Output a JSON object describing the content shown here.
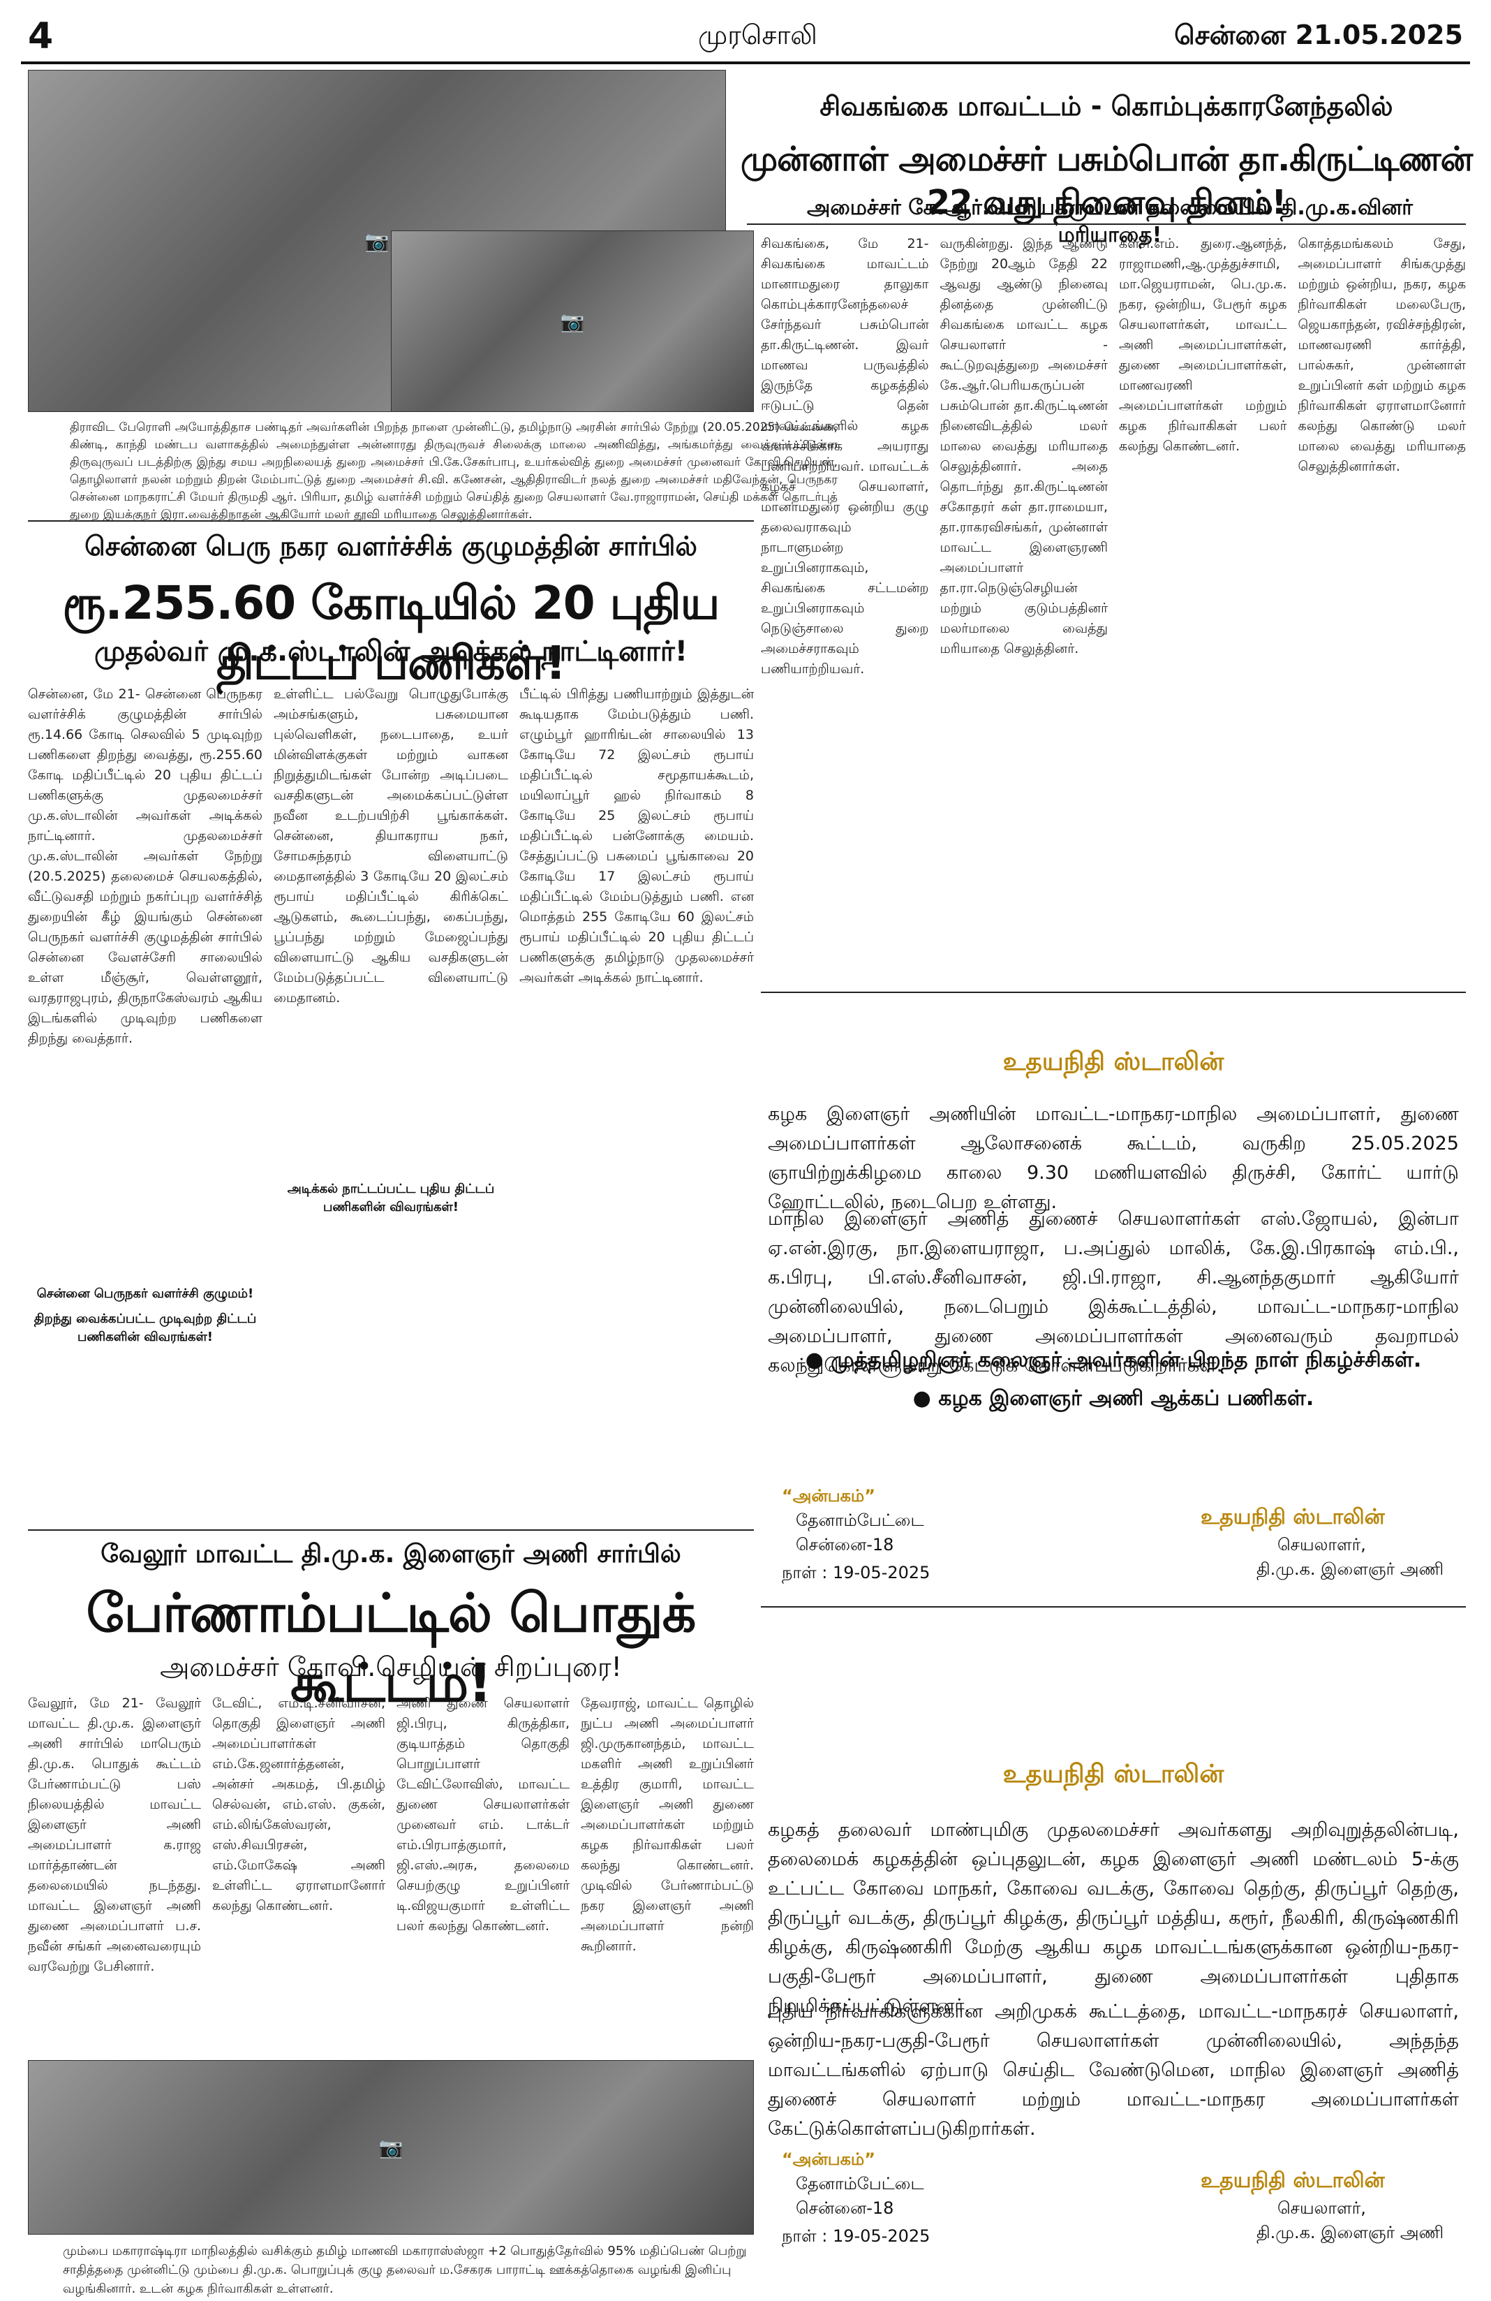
{
  "masthead": {
    "page_number": "4",
    "paper_name": "முரசொலி",
    "date": "சென்னை  21.05.2025"
  },
  "top_right_story": {
    "kicker": "சிவகங்கை மாவட்டம் - கொம்புக்காரனேந்தலில்",
    "headline": "முன்னாள் அமைச்சர் பசும்பொன் தா.கிருட்டிணன் 22 வது நினைவு தினம்!",
    "subhead": "அமைச்சர் கே.ஆர்.பெரியகருப்பன் தலைமையில் தி.மு.க.வினர் மரியாதை!",
    "body": [
      "சிவகங்கை, மே 21- சிவகங்கை மாவட்டம் மானாமதுரை தாலுகா கொம்புக்காரனேந்தலைச் சேர்ந்தவர் பசும்பொன் தா.கிருட்டிணன். இவர் மாணவ பருவத்தில் இருந்தே கழகத்தில் ஈடுபட்டு தென் மாவட்டங்களில் கழக வளர்ச்சிக்காக அயராது பணியாற்றியவர். மாவட்டக் கழகச் செயலாளர், மானாமதுரை ஒன்றிய குழு தலைவராகவும் நாடாளுமன்ற உறுப்பினராகவும், சிவகங்கை சட்டமன்ற உறுப்பினராகவும் நெடுஞ்சாலை துறை அமைச்சராகவும் பணியாற்றியவர்.",
      "வருகின்றது. இந்த ஆண்டு நேற்று 20ஆம் தேதி 22 ஆவது ஆண்டு நினைவு தினத்தை முன்னிட்டு சிவகங்கை மாவட்ட கழக செயலாளர் - கூட்டுறவுத்துறை அமைச்சர் கே.ஆர்.பெரியகருப்பன் பசும்பொன் தா.கிருட்டிணன் நினைவிடத்தில் மலர் மாலை வைத்து மரியாதை செலுத்தினார். அதை தொடர்ந்து தா.கிருட்டிணன் சகோதரர் கள் தா.ராமையா, தா.ராகரவிசங்கர், முன்னாள் மாவட்ட இளைஞரணி அமைப்பாளர் தா.ரா.நெடுஞ்செழியன் மற்றும் குடும்பத்தினர் மலர்மாலை வைத்து மரியாதை செலுத்தினர்.",
      "கள்சி.எம். துரை.ஆனந்த், ராஜாமணி,ஆ.முத்துச்சாமி, மா.ஜெயராமன், பெ.மு.க. நகர, ஒன்றிய, பேரூர் கழக செயலாளர்கள், மாவட்ட அணி அமைப்பாளர்கள், துணை அமைப்பாளர்கள், மாணவரணி அமைப்பாளர்கள் மற்றும் கழக நிர்வாகிகள் பலர் கலந்து கொண்டனர்.",
      "கொத்தமங்கலம் சேது, அமைப்பாளர் சிங்கமுத்து மற்றும் ஒன்றிய, நகர, கழக நிர்வாகிகள் மலைபேரு, ஜெயகாந்தன், ரவிச்சந்திரன், மாணவரணி கார்த்தி, பால்சுகர், முன்னாள் உறுப்பினர் கள் மற்றும் கழக நிர்வாகிகள் ஏராளமானோர் கலந்து கொண்டு மலர் மாலை வைத்து மரியாதை செலுத்தினார்கள்."
    ]
  },
  "photo_top_left": {
    "caption": "திராவிட பேரொளி அயோத்திதாச பண்டிதர் அவர்களின் பிறந்த நாளை முன்னிட்டு, தமிழ்நாடு அரசின் சார்பில் நேற்று (20.05.2025) சென்னை, கிண்டி, காந்தி மண்டப வளாகத்தில் அமைந்துள்ள அன்னாரது திருவுருவச் சிலைக்கு மாலை அணிவித்து, அங்கமர்த்து வைக்கப்பட்டுள்ள திருவுருவப் படத்திற்கு இந்து சமய அறநிலையத் துறை அமைச்சர் பி.கே.சேகர்பாபு, உயர்கல்வித் துறை அமைச்சர் முனைவர் கோவி.செழியன், தொழிலாளர் நலன் மற்றும் திறன் மேம்பாட்டுத் துறை அமைச்சர் சி.வி. கணேசன், ஆதிதிராவிடர் நலத் துறை அமைச்சர் மதிவேந்தன், பெருநகர சென்னை மாநகராட்சி மேயர் திருமதி ஆர். பிரியா, தமிழ் வளர்ச்சி மற்றும் செய்தித் துறை செயலாளர் வே.ராஜாராமன், செய்தி மக்கள் தொடர்புத் துறை இயக்குநர் இரா.வைத்திநாதன் ஆகியோர் மலர் தூவி மரியாதை செலுத்தினார்கள்."
  },
  "chennai_story": {
    "kicker": "சென்னை பெரு நகர வளர்ச்சிக் குழுமத்தின் சார்பில்",
    "headline": "ரூ.255.60 கோடியில் 20 புதிய திட்டப் பணிகள்!",
    "subhead": "முதல்வர் மு.க.ஸ்டாலின் அடிக்கல் நாட்டினார்!",
    "body": [
      "சென்னை, மே 21- சென்னை பெருநகர வளர்ச்சிக் குழுமத்தின் சார்பில் ரூ.14.66 கோடி செலவில் 5 முடிவுற்ற பணிகளை திறந்து வைத்து, ரூ.255.60 கோடி மதிப்பீட்டில் 20 புதிய திட்டப் பணிகளுக்கு முதலமைச்சர் மு.க.ஸ்டாலின் அவர்கள் அடிக்கல் நாட்டினார். முதலமைச்சர் மு.க.ஸ்டாலின் அவர்கள் நேற்று (20.5.2025) தலைமைச் செயலகத்தில், வீட்டுவசதி மற்றும் நகர்ப்புற வளர்ச்சித் துறையின் கீழ் இயங்கும் சென்னை பெருநகர் வளர்ச்சி குழுமத்தின் சார்பில் சென்னை வேளச்சேரி சாலையில் உள்ள மீஞ்சூர், வெள்ளனூர், வரதராஜபுரம், திருநாகேஸ்வரம் ஆகிய இடங்களில் முடிவுற்ற பணிகளை திறந்து வைத்தார்.",
      "உள்ளிட்ட பல்வேறு பொழுதுபோக்கு அம்சங்களும், பசுமையான புல்வெளிகள், நடைபாதை, உயர் மின்விளக்குகள் மற்றும் வாகன நிறுத்துமிடங்கள் போன்ற அடிப்படை வசதிகளுடன் அமைக்கப்பட்டுள்ள நவீன உடற்பயிற்சி பூங்காக்கள். சென்னை, தியாகராய நகர், சோமசுந்தரம் விளையாட்டு மைதானத்தில் 3 கோடியே 20 இலட்சம் ரூபாய் மதிப்பீட்டில் கிரிக்கெட் ஆடுகளம், கூடைப்பந்து, கைப்பந்து, பூப்பந்து மற்றும் மேஜைப்பந்து விளையாட்டு ஆகிய வசதிகளுடன் மேம்படுத்தப்பட்ட விளையாட்டு மைதானம்.",
      "பீட்டில் பிரித்து பணியாற்றும் இத்துடன் கூடியதாக மேம்படுத்தும் பணி. எழும்பூர் ஹாரிங்டன் சாலையில் 13 கோடியே 72 இலட்சம் ரூபாய் மதிப்பீட்டில் சமூதாயக்கூடம், மயிலாப்பூர் ஹல் நிர்வாகம் 8 கோடியே 25 இலட்சம் ரூபாய் மதிப்பீட்டில் பன்னோக்கு மையம். சேத்துப்பட்டு பசுமைப் பூங்காவை 20 கோடியே 17 இலட்சம் ரூபாய் மதிப்பீட்டில் மேம்படுத்தும் பணி. என மொத்தம் 255 கோடியே 60 இலட்சம் ரூபாய் மதிப்பீட்டில் 20 புதிய திட்டப் பணிகளுக்கு தமிழ்நாடு முதலமைச்சர் அவர்கள் அடிக்கல் நாட்டினார்."
    ],
    "subheadings": [
      "சென்னை பெருநகர் வளர்ச்சி குழுமம்!",
      "திறந்து வைக்கப்பட்ட முடிவுற்ற திட்டப் பணிகளின் விவரங்கள்!",
      "அடிக்கல் நாட்டப்பட்ட புதிய திட்டப் பணிகளின் விவரங்கள்!"
    ]
  },
  "vellore_story": {
    "kicker": "வேலூர் மாவட்ட தி.மு.க. இளைஞர் அணி சார்பில்",
    "headline": "பேர்ணாம்பட்டில் பொதுக் கூட்டம்!",
    "subhead": "அமைச்சர் கோவி.செழியன் சிறப்புரை!",
    "body": [
      "வேலூர், மே 21- வேலூர் மாவட்ட தி.மு.க. இளைஞர் அணி சார்பில் மாபெரும் தி.மு.க. பொதுக் கூட்டம் பேர்ணாம்பட்டு பஸ் நிலையத்தில் மாவட்ட இளைஞர் அணி அமைப்பாளர் க.ராஜ மார்த்தாண்டன் தலைமையில் நடந்தது. மாவட்ட இளைஞர் அணி துணை அமைப்பாளர் ப.ச. நவீன் சங்கர் அனைவரையும் வரவேற்று பேசினார்.",
      "டேவிட், எம்.டி.சீனிவாசன், தொகுதி இளைஞர் அணி அமைப்பாளர்கள் எம்.கே.ஜனார்த்தனன், அன்சர் அகமத், பி.தமிழ் செல்வன், எம்.எஸ். குகன், எம்.லிங்கேஸ்வரன், எஸ்.சிவபிரசன், எம்.மோகேஷ் அணி உள்ளிட்ட ஏராளமானோர் கலந்து கொண்டனர்.",
      "அணி துணை செயலாளர் ஜி.பிரபு, கிருத்திகா, குடியாத்தம் தொகுதி பொறுப்பாளர் டேவிட்லோவிஸ், மாவட்ட துணை செயலாளர்கள் முனைவர் எம். டாக்டர் எம்.பிரபாத்குமார், ஜி.எஸ்.அரசு, தலைமை செயற்குழு உறுப்பினர் டி.விஜயகுமார் உள்ளிட்ட பலர் கலந்து கொண்டனர்.",
      "தேவராஜ், மாவட்ட தொழில் நுட்ப அணி அமைப்பாளர் ஜி.முருகானந்தம், மாவட்ட மகளிர் அணி உறுப்பினர் உத்திர குமாரி, மாவட்ட இளைஞர் அணி துணை அமைப்பாளர்கள் மற்றும் கழக நிர்வாகிகள் பலர் கலந்து கொண்டனர். முடிவில் பேர்ணாம்பட்டு நகர இளைஞர் அணி அமைப்பாளர் நன்றி கூறினார்."
    ]
  },
  "bottom_caption": "மும்பை மகாராஷ்டிரா மாநிலத்தில் வசிக்கும் தமிழ் மாணவி மகாராஸ்ஸ்ஜா +2 பொதுத்தேர்வில் 95% மதிப்பெண் பெற்று சாதித்ததை முன்னிட்டு மும்பை தி.மு.க. பொறுப்புக் குழு தலைவர் ம.சேகரசு பாராட்டி ஊக்கத்தொகை வழங்கி இனிப்பு வழங்கினார். உடன் கழக நிர்வாகிகள் உள்ளனர்.",
  "notice1": {
    "title": "உதயநிதி ஸ்டாலின்",
    "para1": "கழக இளைஞர் அணியின் மாவட்ட-மாநகர-மாநில அமைப்பாளர், துணை அமைப்பாளர்கள் ஆலோசனைக் கூட்டம், வருகிற 25.05.2025 ஞாயிற்றுக்கிழமை காலை 9.30 மணியளவில் திருச்சி, கோர்ட் யார்டு ஹோட்டலில், நடைபெற உள்ளது.",
    "para2": "மாநில இளைஞர் அணித் துணைச் செயலாளர்கள் எஸ்.ஜோயல், இன்பா ஏ.என்.இரகு, நா.இளையராஜா, ப.அப்துல் மாலிக், கே.இ.பிரகாஷ் எம்.பி., க.பிரபு, பி.எஸ்.சீனிவாசன், ஜி.பி.ராஜா, சி.ஆனந்தகுமார் ஆகியோர் முன்னிலையில், நடைபெறும் இக்கூட்டத்தில், மாவட்ட-மாநகர-மாநில அமைப்பாளர், துணை அமைப்பாளர்கள் அனைவரும் தவறாமல் கலந்துகொள்ளுமாறு கேட்டுக் கொள்ளப்படுகிறார்கள்.",
    "bullet1": "● முத்தமிழறிஞர் கலைஞர் அவர்களின் பிறந்த நாள் நிகழ்ச்சிகள்.",
    "bullet2": "● கழக இளைஞர் அணி ஆக்கப் பணிகள்.",
    "office": "“அன்பகம்”",
    "address1": "தேனாம்பேட்டை",
    "address2": "சென்னை-18",
    "date": "நாள் :  19-05-2025",
    "signer": "உதயநிதி ஸ்டாலின்",
    "role1": "செயலாளர்,",
    "role2": "தி.மு.க. இளைஞர் அணி"
  },
  "notice2": {
    "title": "உதயநிதி ஸ்டாலின்",
    "para1": "கழகத் தலைவர் மாண்புமிகு முதலமைச்சர் அவர்களது அறிவுறுத்தலின்படி, தலைமைக் கழகத்தின் ஒப்புதலுடன், கழக இளைஞர் அணி மண்டலம் 5-க்கு உட்பட்ட கோவை மாநகர், கோவை வடக்கு, கோவை தெற்கு, திருப்பூர் தெற்கு, திருப்பூர் வடக்கு, திருப்பூர் கிழக்கு, திருப்பூர் மத்திய, கரூர், நீலகிரி, கிருஷ்ணகிரி கிழக்கு, கிருஷ்ணகிரி மேற்கு ஆகிய கழக மாவட்டங்களுக்கான ஒன்றிய-நகர-பகுதி-பேரூர் அமைப்பாளர், துணை அமைப்பாளர்கள் புதிதாக நியமிக்கப்பட்டுள்ளனர்.",
    "para2": "புதிய நிர்வாகிகளுக்கான அறிமுகக் கூட்டத்தை, மாவட்ட-மாநகரச் செயலாளர், ஒன்றிய-நகர-பகுதி-பேரூர் செயலாளர்கள் முன்னிலையில், அந்தந்த மாவட்டங்களில் ஏற்பாடு செய்திட வேண்டுமென, மாநில இளைஞர் அணித் துணைச் செயலாளர் மற்றும் மாவட்ட-மாநகர அமைப்பாளர்கள் கேட்டுக்கொள்ளப்படுகிறார்கள்.",
    "office": "“அன்பகம்”",
    "address1": "தேனாம்பேட்டை",
    "address2": "சென்னை-18",
    "date": "நாள் :  19-05-2025",
    "signer": "உதயநிதி ஸ்டாலின்",
    "role1": "செயலாளர்,",
    "role2": "தி.மு.க. இளைஞர் அணி"
  }
}
